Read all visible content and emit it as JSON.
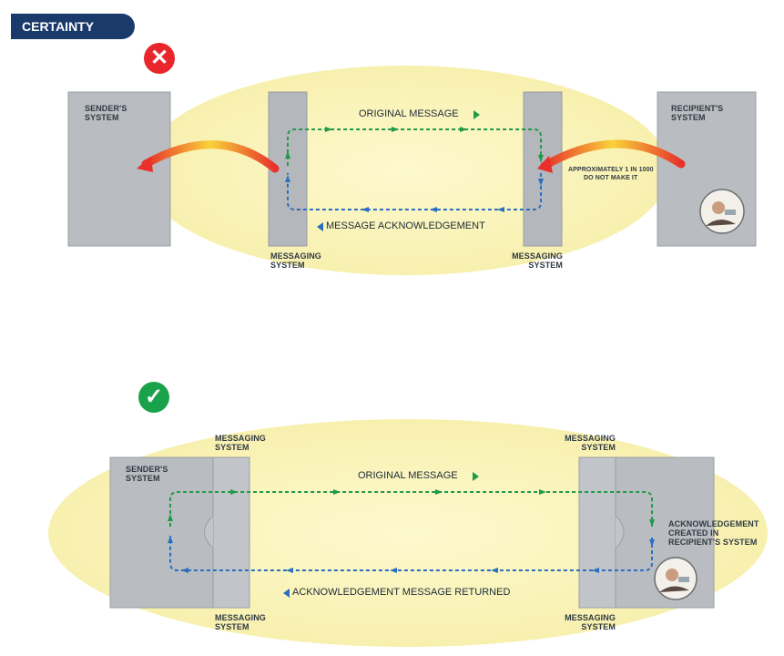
{
  "header": {
    "title": "CERTAINTY"
  },
  "top_panel": {
    "status_icon": "x-mark-icon",
    "status_color": "#e8262b",
    "sender_label": "SENDER'S SYSTEM",
    "recipient_label": "RECIPIENT'S SYSTEM",
    "left_messaging_label": "MESSAGING SYSTEM",
    "right_messaging_label": "MESSAGING SYSTEM",
    "original_message": "ORIGINAL MESSAGE",
    "acknowledgement": "MESSAGE ACKNOWLEDGEMENT",
    "failure_note_line1": "APPROXIMATELY 1 IN 1000",
    "failure_note_line2": "DO NOT MAKE IT"
  },
  "bottom_panel": {
    "status_icon": "check-mark-icon",
    "status_color": "#1aa24a",
    "sender_label": "SENDER'S SYSTEM",
    "left_messaging_top": "MESSAGING SYSTEM",
    "left_messaging_bottom": "MESSAGING SYSTEM",
    "right_messaging_top": "MESSAGING SYSTEM",
    "right_messaging_bottom": "MESSAGING SYSTEM",
    "original_message": "ORIGINAL MESSAGE",
    "acknowledgement_returned": "ACKNOWLEDGEMENT MESSAGE RETURNED",
    "acknowledgement_created_line1": "ACKNOWLEDGEMENT",
    "acknowledgement_created_line2": "CREATED IN",
    "acknowledgement_created_line3": "RECIPIENT'S SYSTEM"
  },
  "colors": {
    "green_flow": "#1f9a48",
    "blue_flow": "#2a6fbe",
    "ellipse": "#fbf6c4",
    "box": "#b9bcc0"
  }
}
